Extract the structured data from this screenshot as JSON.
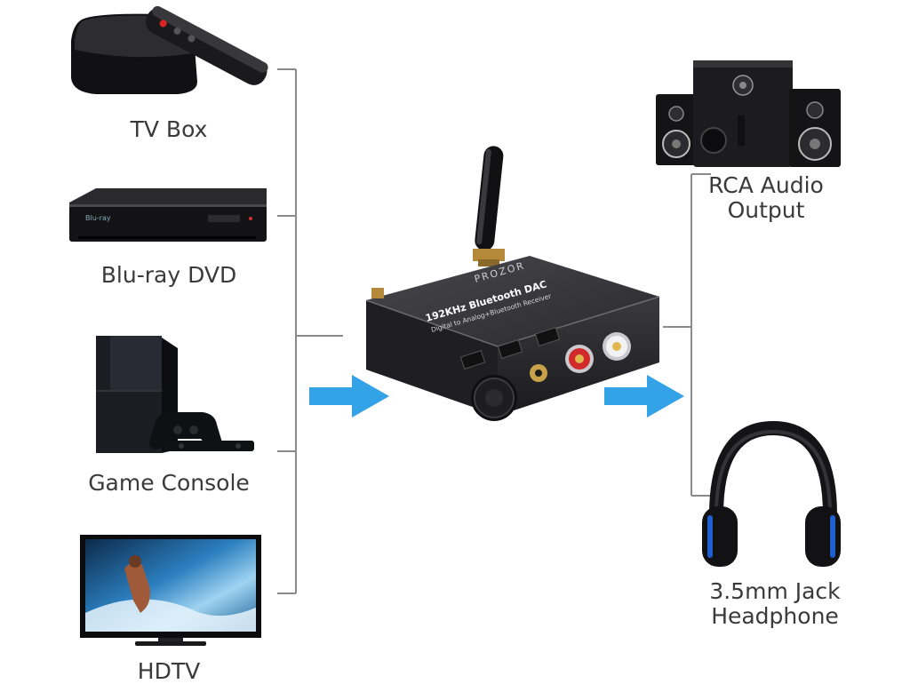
{
  "inputs": {
    "tv_box": {
      "label": "TV Box",
      "icon": "tv-box-icon"
    },
    "bluray": {
      "label": "Blu-ray DVD",
      "icon": "bluray-player-icon"
    },
    "console": {
      "label": "Game Console",
      "icon": "game-console-icon"
    },
    "hdtv": {
      "label": "HDTV",
      "icon": "tv-icon"
    }
  },
  "device": {
    "brand": "PROZOR",
    "model": "192KHz Bluetooth DAC",
    "subtitle": "Digital to Analog+Bluetooth Receiver",
    "icon": "dac-device-icon"
  },
  "outputs": {
    "rca": {
      "line1": "RCA Audio",
      "line2": "Output",
      "icon": "speakers-icon"
    },
    "headphone": {
      "line1": "3.5mm Jack",
      "line2": "Headphone",
      "icon": "headphones-icon"
    }
  },
  "colors": {
    "arrow": "#33a2e6",
    "connector": "#8a8a8a",
    "device_body": "#2b2b2f",
    "text": "#3a3a3a"
  }
}
